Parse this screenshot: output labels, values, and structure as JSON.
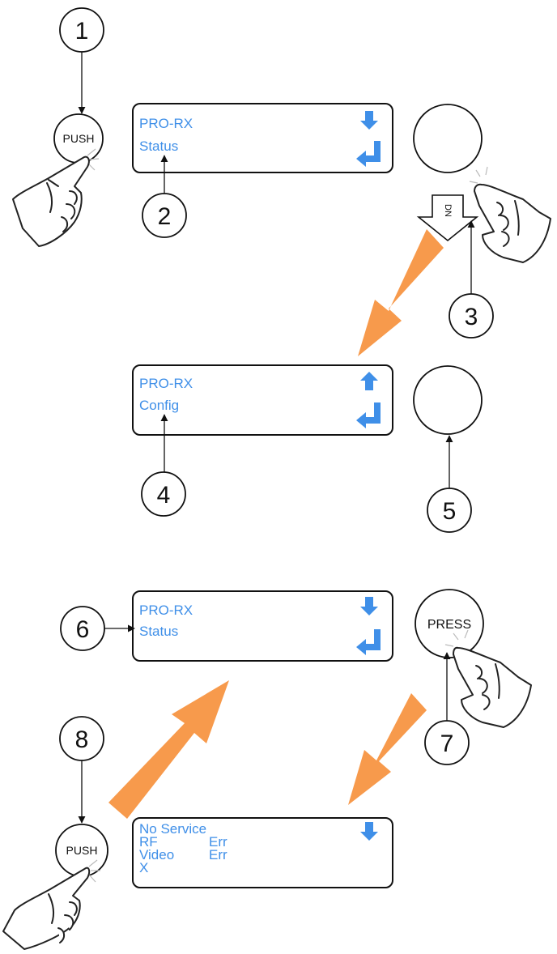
{
  "screens": {
    "screen1": {
      "line1": "PRO-RX",
      "line2": "Status",
      "nav_icon": "arrow-down-icon",
      "enter_icon": "enter-icon"
    },
    "screen2": {
      "line1": "PRO-RX",
      "line2": "Config",
      "nav_icon": "arrow-up-icon",
      "enter_icon": "enter-icon"
    },
    "screen3": {
      "line1": "PRO-RX",
      "line2": "Status",
      "nav_icon": "arrow-down-icon",
      "enter_icon": "enter-icon"
    },
    "screen4": {
      "line1": "No Service",
      "line2_a": "RF",
      "line2_b": "Err",
      "line3_a": "Video",
      "line3_b": "Err",
      "line4": "X",
      "nav_icon": "arrow-down-icon"
    }
  },
  "buttons": {
    "push_top": "PUSH",
    "push_bottom": "PUSH",
    "press": "PRESS",
    "dn": "DN"
  },
  "steps": [
    "1",
    "2",
    "3",
    "4",
    "5",
    "6",
    "7",
    "8"
  ],
  "colors": {
    "lcd_text": "#3f8fe8",
    "flow_arrow": "#f79a4c",
    "outline": "#222222"
  }
}
